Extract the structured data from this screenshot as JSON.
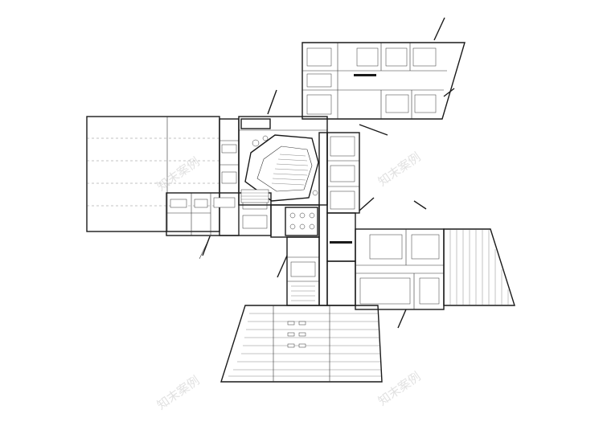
{
  "drawing": {
    "type": "architectural floor plan",
    "line_color": "#1a1a1a",
    "background": "#ffffff"
  },
  "watermarks": [
    {
      "text": "知末案例"
    },
    {
      "text": "知末案例"
    },
    {
      "text": "知末案例"
    },
    {
      "text": "知末案例"
    }
  ]
}
